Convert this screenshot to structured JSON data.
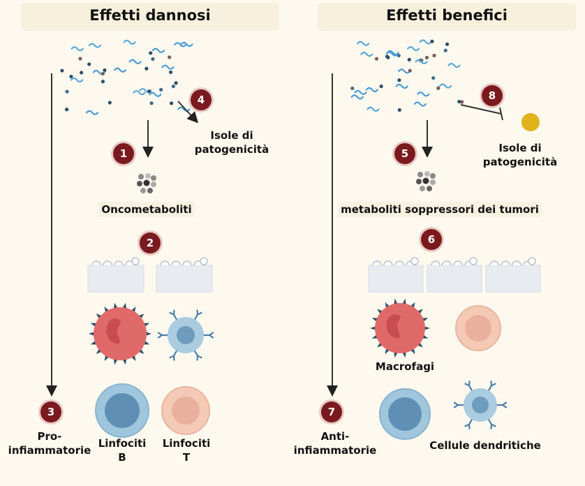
{
  "left": {
    "title": "Effetti dannosi",
    "badges": [
      "1",
      "2",
      "3",
      "4"
    ],
    "isole_label_line1": "Isole di",
    "isole_label_line2": "patogenicità",
    "oncometaboliti": "Oncometaboliti",
    "pro_line1": "Pro-",
    "pro_line2": "infiammatorie",
    "linfociti_b_line1": "Linfociti",
    "linfociti_b_line2": "B",
    "linfociti_t_line1": "Linfociti",
    "linfociti_t_line2": "T"
  },
  "right": {
    "title": "Effetti benefici",
    "badges": [
      "5",
      "6",
      "7",
      "8"
    ],
    "isole_label_line1": "Isole di",
    "isole_label_line2": "patogenicità",
    "metaboliti": "metaboliti soppressori dei tumori",
    "anti_line1": "Anti-",
    "anti_line2": "infiammatorie",
    "macrofagi": "Macrofagi",
    "dendritiche": "Cellule dendritiche"
  },
  "colors": {
    "badge": "#7b1a1e",
    "macrophage": "#e06a6a",
    "lymphocyte_b": "#9fc6dc",
    "lymphocyte_t": "#f4c9b5",
    "bacteria_blue": "#4a9ad6",
    "bacteria_dark": "#2f4f68",
    "pathogenicity_island": "#e0b21c"
  },
  "icons": [
    "microbiota-cluster",
    "metabolite-cluster",
    "epithelium-icon",
    "macrophage-icon",
    "dendritic-cell-icon",
    "lymphocyte-icon",
    "inhibition-arrow-icon"
  ]
}
